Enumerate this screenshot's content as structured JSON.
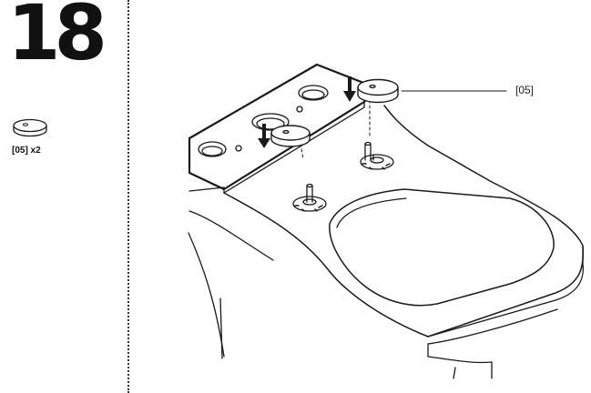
{
  "step": {
    "number": "18"
  },
  "parts": {
    "items": [
      {
        "label": "[05] x2",
        "icon": "seat-bolt-cap-icon"
      }
    ]
  },
  "callouts": [
    {
      "label": "[05]"
    }
  ],
  "icons": {
    "arrows": [
      "down-arrow-icon",
      "down-arrow-icon"
    ]
  },
  "colors": {
    "line": "#1a1a1a",
    "fill": "#ffffff",
    "divider": "#333333"
  }
}
